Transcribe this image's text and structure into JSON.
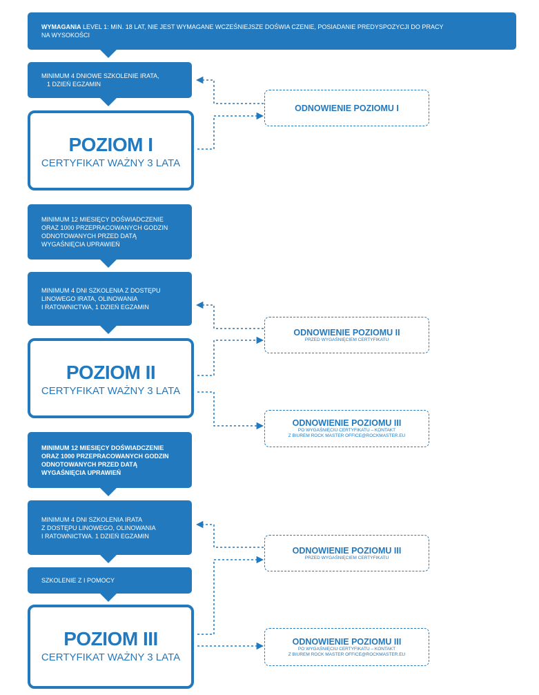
{
  "requirements": {
    "label": "WYMAGANIA",
    "text": " LEVEL 1: MIN. 18 LAT, NIE JEST WYMAGANE WCZEŚNIEJSZE DOŚWIA CZENIE,  POSIADANIE PREDYSPOZYCJI DO PRACY",
    "text2": "NA WYSOKOŚCI"
  },
  "steps": {
    "s1": [
      "MINIMUM 4 DNIOWE SZKOLENIE IRATA,",
      "1 DZIEŃ EGZAMIN"
    ],
    "s2": [
      "MINIMUM 12 MIESIĘCY DOŚWIADCZENIE",
      "ORAZ 1000 PRZEPRACOWANYCH GODZIN",
      "ODNOTOWANYCH PRZED DATĄ",
      "WYGAŚNIĘCIA UPRAWIEŃ"
    ],
    "s3": [
      "MINIMUM 4 DNI SZKOLENIA Z DOSTĘPU",
      "LINOWEGO IRATA, OLINOWANIA",
      "I RATOWNICTWA, 1 DZIEŃ EGZAMIN"
    ],
    "s4": [
      "MINIMUM 12 MIESIĘCY DOŚWIADCZENIE",
      "ORAZ 1000 PRZEPRACOWANYCH GODZIN",
      "ODNOTOWANYCH PRZED DATĄ",
      "WYGAŚNIĘCIA UPRAWIEŃ"
    ],
    "s5": [
      "MINIMUM 4 DNI SZKOLENIA IRATA",
      "Z DOSTĘPU LINOWEGO, OLINOWANIA",
      "I RATOWNICTWA. 1 DZIEŃ EGZAMIN"
    ],
    "s6": [
      "SZKOLENIE Z I POMOCY"
    ]
  },
  "levels": {
    "l1": {
      "title": "POZIOM I",
      "subtitle": "CERTYFIKAT WAŻNY 3 LATA"
    },
    "l2": {
      "title": "POZIOM II",
      "subtitle": "CERTYFIKAT WAŻNY 3 LATA"
    },
    "l3": {
      "title": "POZIOM III",
      "subtitle": "CERTYFIKAT WAŻNY 3 LATA"
    }
  },
  "renewals": {
    "r1": {
      "title": "ODNOWIENIE POZIOMU I"
    },
    "r2": {
      "title": "ODNOWIENIE POZIOMU II",
      "sub": "PRZED WYGAŚNIĘCIEM CERTYFIKATU"
    },
    "r3": {
      "title": "ODNOWIENIE POZIOMU III",
      "sub1": "PO WYGAŚNIĘCIU CERTYFIKATU – KONTAKT",
      "sub2": "Z BIUREM ROCK MASTER OFFICE@ROCKMASTER.EU"
    },
    "r4": {
      "title": "ODNOWIENIE POZIOMU III",
      "sub": "PRZED WYGAŚNIĘCIEM CERTYFIKATU"
    },
    "r5": {
      "title": "ODNOWIENIE POZIOMU III",
      "sub1": "PO WYGAŚNIĘCIU CERTYFIKATU – KONTAKT",
      "sub2": "Z BIUREM ROCK MASTER OFFICE@ROCKMASTER.EU"
    }
  },
  "colors": {
    "primary": "#2279be",
    "background": "#ffffff"
  }
}
